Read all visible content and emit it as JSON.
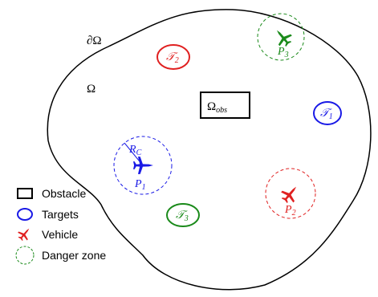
{
  "domain_labels": {
    "boundary": "∂Ω",
    "region": "Ω",
    "obstacle_main": "Ω",
    "obstacle_sub": "obs"
  },
  "targets": [
    {
      "main": "𝒯",
      "sub": "1",
      "color": "#1a1ae6"
    },
    {
      "main": "𝒯",
      "sub": "2",
      "color": "#e02020"
    },
    {
      "main": "𝒯",
      "sub": "3",
      "color": "#1a8a1a"
    }
  ],
  "vehicles": [
    {
      "main": "P",
      "sub": "1",
      "color": "#1a1ae6",
      "icon": "airplane-icon"
    },
    {
      "main": "P",
      "sub": "2",
      "color": "#e02020",
      "icon": "airplane-icon"
    },
    {
      "main": "P",
      "sub": "3",
      "color": "#1a8a1a",
      "icon": "airplane-icon"
    }
  ],
  "radius_label": {
    "main": "R",
    "sub": "C"
  },
  "legend": {
    "obstacle": "Obstacle",
    "targets": "Targets",
    "vehicle": "Vehicle",
    "danger_zone": "Danger zone"
  },
  "colors": {
    "blue": "#1a1ae6",
    "red": "#e02020",
    "green": "#1a8a1a",
    "black": "#000000"
  }
}
